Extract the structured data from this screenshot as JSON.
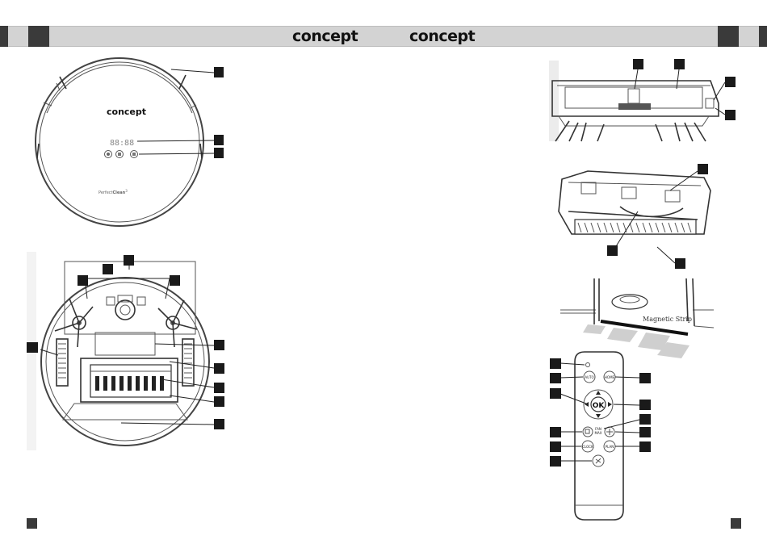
{
  "header": {
    "brand_left": "concept",
    "brand_right": "concept"
  },
  "robot_top": {
    "logo_text": "concept",
    "model_text_light": "Perfect",
    "model_text_bold": "Clean",
    "model_superscript": "3"
  },
  "robot_side": {
    "strip_label": "Magnetic Strip"
  },
  "remote": {
    "buttons": {
      "auto": "AUTO",
      "home": "HOME",
      "ok": "OK",
      "fan_line1": "FAN",
      "fan_line2": "MAX",
      "clock": "CLOCK",
      "plan": "PLAN"
    }
  },
  "colors": {
    "header_bar": "#d3d3d3",
    "marker": "#3a3a3a",
    "callout": "#1a1a1a",
    "line_art": "#555555"
  }
}
